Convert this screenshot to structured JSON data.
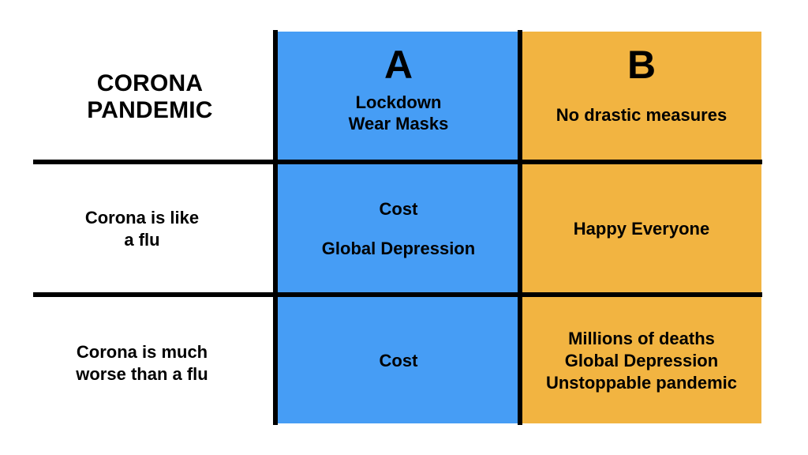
{
  "colors": {
    "option_a": "#469DF5",
    "option_b": "#F2B441",
    "lines": "#000000",
    "background": "#FFFFFF"
  },
  "title": "CORONA PANDEMIC",
  "columns": [
    {
      "letter": "A",
      "lines": [
        "Lockdown",
        "Wear Masks"
      ]
    },
    {
      "letter": "B",
      "lines": [
        "No drastic measures"
      ]
    }
  ],
  "rows": [
    {
      "label_lines": [
        "Corona is like",
        "a flu"
      ],
      "cell_a": [
        "Cost",
        "Global Depression"
      ],
      "cell_b": [
        "Happy Everyone"
      ]
    },
    {
      "label_lines": [
        "Corona is much",
        "worse than a flu"
      ],
      "cell_a": [
        "Cost"
      ],
      "cell_b": [
        "Millions of deaths",
        "Global Depression",
        "Unstoppable pandemic"
      ]
    }
  ]
}
